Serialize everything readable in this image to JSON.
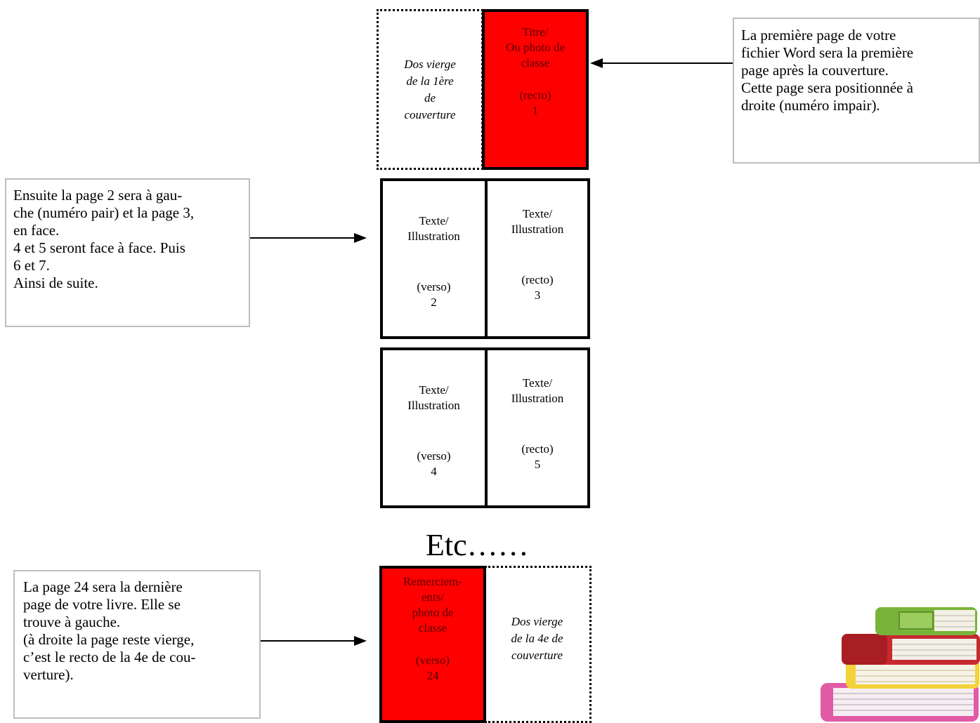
{
  "notes": {
    "first_page": "La première page de votre\nfichier Word sera la première\npage après la couverture.\nCette page sera positionnée à\ndroite (numéro impair).",
    "pages_2_3": "Ensuite la page 2 sera à gau-\nche (numéro pair) et la page 3,\nen face.\n4 et 5 seront face à face. Puis\n6 et 7.\nAinsi de suite.",
    "last_page": "La page 24 sera la dernière\npage de votre livre. Elle se\ntrouve à gauche.\n(à droite la page reste vierge,\nc’est le recto de la 4e de cou-\nverture)."
  },
  "spreads": {
    "cover": {
      "blank_left": "Dos vierge\nde la 1ère\nde\ncouverture",
      "title_page": {
        "label": "Titre/\nOu photo de\nclasse",
        "side": "(recto)",
        "number": "1"
      }
    },
    "spread_1": {
      "left": {
        "label": "Texte/\nIllustration",
        "side": "(verso)",
        "number": "2"
      },
      "right": {
        "label": "Texte/\nIllustration",
        "side": "(recto)",
        "number": "3"
      }
    },
    "spread_2": {
      "left": {
        "label": "Texte/\nIllustration",
        "side": "(verso)",
        "number": "4"
      },
      "right": {
        "label": "Texte/\nIllustration",
        "side": "(recto)",
        "number": "5"
      }
    },
    "back": {
      "last_page": {
        "label": "Remerciem-\nents/\nphoto de\nclasse",
        "side": "(verso)",
        "number": "24"
      },
      "blank_right": "Dos vierge\nde la 4e de\ncouverture"
    }
  },
  "etc_label": "Etc……",
  "colors": {
    "highlight": "#ff0000",
    "note_border": "#bdbdbd"
  },
  "icons": {
    "books": "books-stack-icon"
  }
}
